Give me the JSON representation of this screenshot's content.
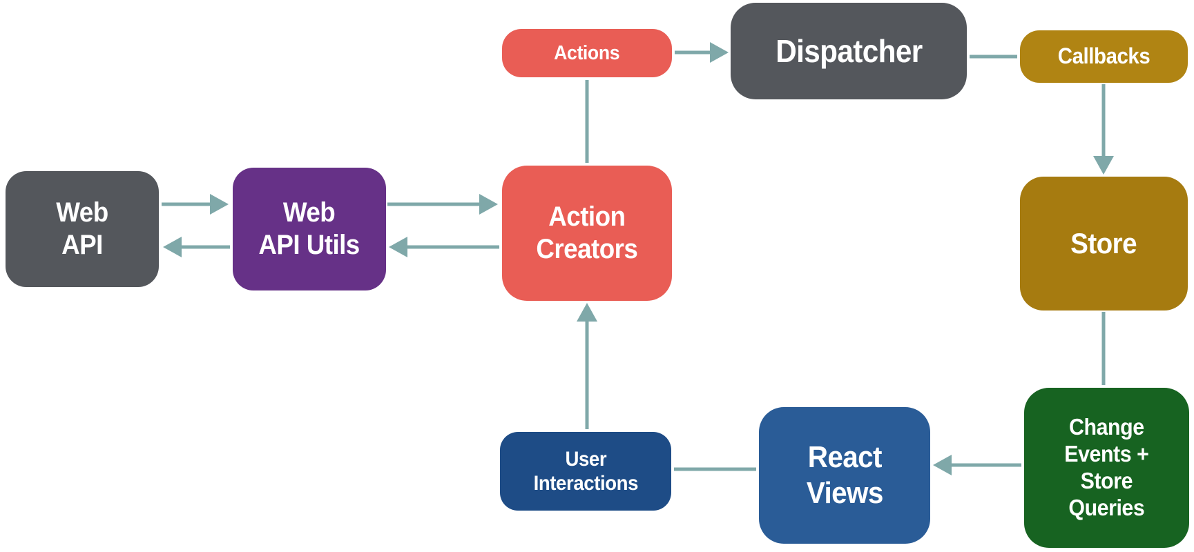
{
  "colors": {
    "gray": "#54575C",
    "salmon": "#E95D55",
    "purple": "#663187",
    "goldLight": "#B08413",
    "gold": "#A67B10",
    "blueDark": "#1E4C86",
    "blueMid": "#2A5C97",
    "green": "#176321",
    "arrow": "#7FA8A9",
    "background": "#FFFFFF",
    "node_text": "#FFFFFF"
  },
  "nodes": {
    "web_api": {
      "label": "Web\nAPI"
    },
    "web_api_utils": {
      "label": "Web\nAPI Utils"
    },
    "action_creators": {
      "label": "Action\nCreators"
    },
    "actions": {
      "label": "Actions"
    },
    "dispatcher": {
      "label": "Dispatcher"
    },
    "callbacks": {
      "label": "Callbacks"
    },
    "store": {
      "label": "Store"
    },
    "user_interactions": {
      "label": "User\nInteractions"
    },
    "react_views": {
      "label": "React\nViews"
    },
    "change_events": {
      "label": "Change\nEvents +\nStore\nQueries"
    }
  },
  "edges": [
    {
      "from": "actions",
      "to": "dispatcher",
      "arrowhead": true
    },
    {
      "from": "dispatcher",
      "to": "callbacks",
      "arrowhead": false
    },
    {
      "from": "callbacks",
      "to": "store",
      "arrowhead": true
    },
    {
      "from": "store",
      "to": "change_events",
      "arrowhead": false
    },
    {
      "from": "change_events",
      "to": "react_views",
      "arrowhead": true
    },
    {
      "from": "react_views",
      "to": "user_interactions",
      "arrowhead": false
    },
    {
      "from": "user_interactions",
      "to": "action_creators",
      "arrowhead": true
    },
    {
      "from": "action_creators",
      "to": "actions",
      "arrowhead": false
    },
    {
      "from": "web_api",
      "to": "web_api_utils",
      "arrowhead": true
    },
    {
      "from": "web_api_utils",
      "to": "web_api",
      "arrowhead": true
    },
    {
      "from": "web_api_utils",
      "to": "action_creators",
      "arrowhead": true
    },
    {
      "from": "action_creators",
      "to": "web_api_utils",
      "arrowhead": true
    }
  ]
}
